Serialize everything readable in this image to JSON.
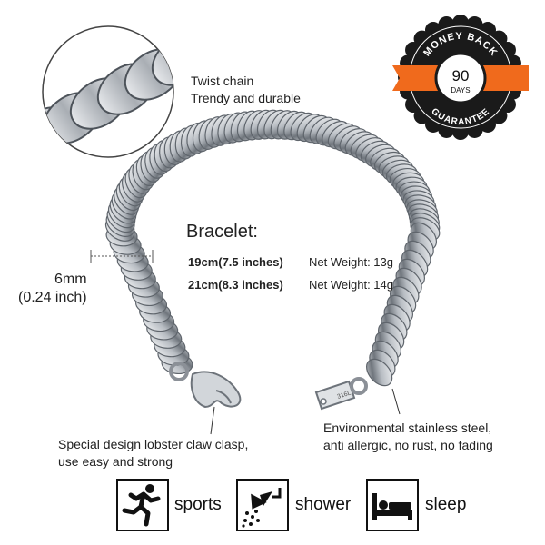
{
  "callouts": {
    "twist_title": "Twist chain",
    "twist_sub": "Trendy and durable",
    "clasp_line1": "Special design lobster claw clasp,",
    "clasp_line2": "use easy and strong",
    "steel_line1": "Environmental stainless steel,",
    "steel_line2": "anti allergic, no rust, no fading"
  },
  "badge": {
    "top_text": "MONEY BACK",
    "days_number": "90",
    "days_label": "DAYS",
    "bottom_text": "GUARANTEE",
    "colors": {
      "ring": "#1a1a1a",
      "ribbon": "#f06a1c",
      "center": "#ffffff"
    }
  },
  "spec": {
    "heading": "Bracelet:",
    "rows": [
      {
        "size": "19cm(7.5 inches)",
        "weight": "Net Weight: 13g"
      },
      {
        "size": "21cm(8.3 inches)",
        "weight": "Net Weight: 14g"
      }
    ]
  },
  "width": {
    "value": "6mm",
    "inch": "(0.24 inch)"
  },
  "clasp_stamp": "316L",
  "activities": [
    {
      "label": "sports",
      "icon": "runner-icon"
    },
    {
      "label": "shower",
      "icon": "shower-icon"
    },
    {
      "label": "sleep",
      "icon": "bed-icon"
    }
  ],
  "colors": {
    "text": "#222222",
    "steel": "#c9cdd2",
    "steel_dark": "#7d838a"
  }
}
